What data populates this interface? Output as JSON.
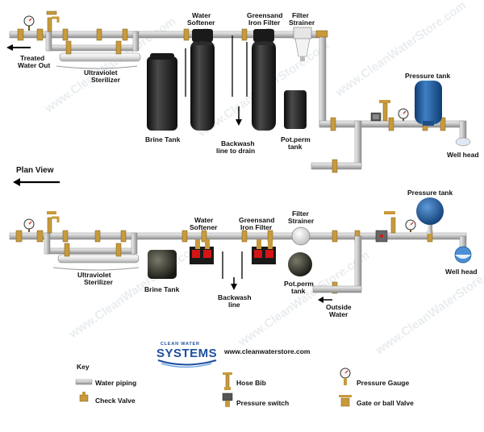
{
  "top": {
    "treated_out": [
      "Treated",
      "Water Out"
    ],
    "uv": [
      "Ultraviolet",
      "Sterilizer"
    ],
    "softener": [
      "Water",
      "Softener"
    ],
    "greensand": [
      "Greensand",
      "Iron Filter"
    ],
    "filter": [
      "Filter",
      "Strainer"
    ],
    "pressure_tank": "Pressure tank",
    "brine_tank": "Brine Tank",
    "backwash": [
      "Backwash",
      "line to drain"
    ],
    "potperm": [
      "Pot.perm",
      "tank"
    ],
    "well_head": "Well head"
  },
  "plan_view": "Plan View",
  "bottom": {
    "softener": [
      "Water",
      "Softener"
    ],
    "greensand": [
      "Greensand",
      "Iron Filter"
    ],
    "filter": [
      "Filter",
      "Strainer"
    ],
    "pressure_tank": "Pressure tank",
    "uv": [
      "Ultraviolet",
      "Sterilizer"
    ],
    "brine_tank": "Brine Tank",
    "backwash": [
      "Backwash",
      "line"
    ],
    "potperm": [
      "Pot.perm",
      "tank"
    ],
    "outside": [
      "Outside",
      "Water"
    ],
    "well_head": "Well head"
  },
  "brand": {
    "top": "CLEAN WATER",
    "name": "SYSTEMS",
    "url": "www.cleanwaterstore.com"
  },
  "key": {
    "title": "Key",
    "water_piping": "Water piping",
    "check_valve": "Check Valve",
    "hose_bib": "Hose Bib",
    "pressure_switch": "Pressure switch",
    "pressure_gauge": "Pressure Gauge",
    "gate_valve": "Gate or ball Valve"
  },
  "watermark": "www.CleanWaterStore.com",
  "colors": {
    "pipe": "#c9c9c9",
    "pipe_edge": "#8a8a8a",
    "brass": "#c89a3c",
    "tank_dark": "#222222",
    "tank_blue": "#1f5a99",
    "valve_red": "#d41515"
  }
}
